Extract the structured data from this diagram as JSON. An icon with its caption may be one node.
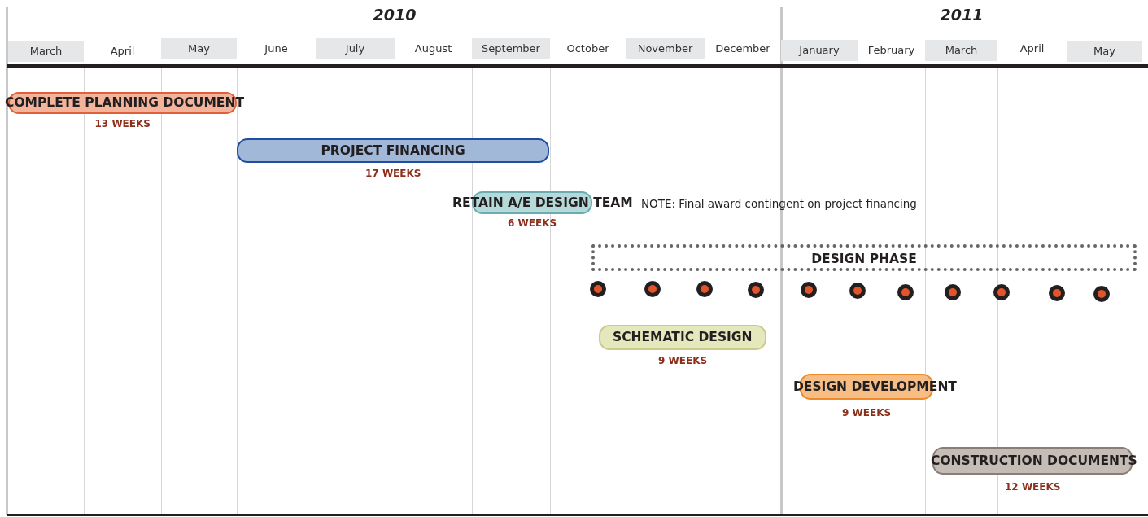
{
  "diagram": {
    "nodes": [
      {
        "text": [
          "COMPLETE PLANNING DOCUMENT"
        ],
        "beside": [
          "13 WEEKS"
        ]
      },
      {
        "text": [
          "PROJECT FINANCING"
        ],
        "beside": [
          "17 WEEKS"
        ]
      },
      {
        "text": [
          "RETAIN A/E DESIGN TEAM"
        ],
        "beside": [
          "6 WEEKS"
        ]
      },
      {
        "text": [
          "DESIGN PHASE"
        ]
      },
      {
        "text": [],
        "shape": "circle"
      },
      {
        "text": [],
        "shape": "circle"
      },
      {
        "text": [],
        "shape": "circle"
      },
      {
        "text": [],
        "shape": "circle"
      },
      {
        "text": [],
        "shape": "circle"
      },
      {
        "text": [],
        "shape": "circle"
      },
      {
        "text": [],
        "shape": "circle"
      },
      {
        "text": [],
        "shape": "circle"
      },
      {
        "text": [],
        "shape": "circle"
      },
      {
        "text": [],
        "shape": "circle"
      },
      {
        "text": [],
        "shape": "circle"
      },
      {
        "text": [
          "SCHEMATIC DESIGN"
        ],
        "beside": [
          "9 WEEKS"
        ]
      },
      {
        "text": [
          "DESIGN DEVELOPMENT"
        ],
        "beside": [
          "9 WEEKS"
        ]
      },
      {
        "text": [
          "CONSTRUCTION DOCUMENTS"
        ],
        "beside": [
          "12 WEEKS"
        ]
      }
    ],
    "edges": [],
    "labels": [
      "2010",
      "2011",
      "March",
      "April",
      "May",
      "June",
      "July",
      "August",
      "September",
      "October",
      "November",
      "December",
      "January",
      "February",
      "March",
      "April",
      "May",
      "NOTE: Final award contingent on project financing"
    ]
  }
}
